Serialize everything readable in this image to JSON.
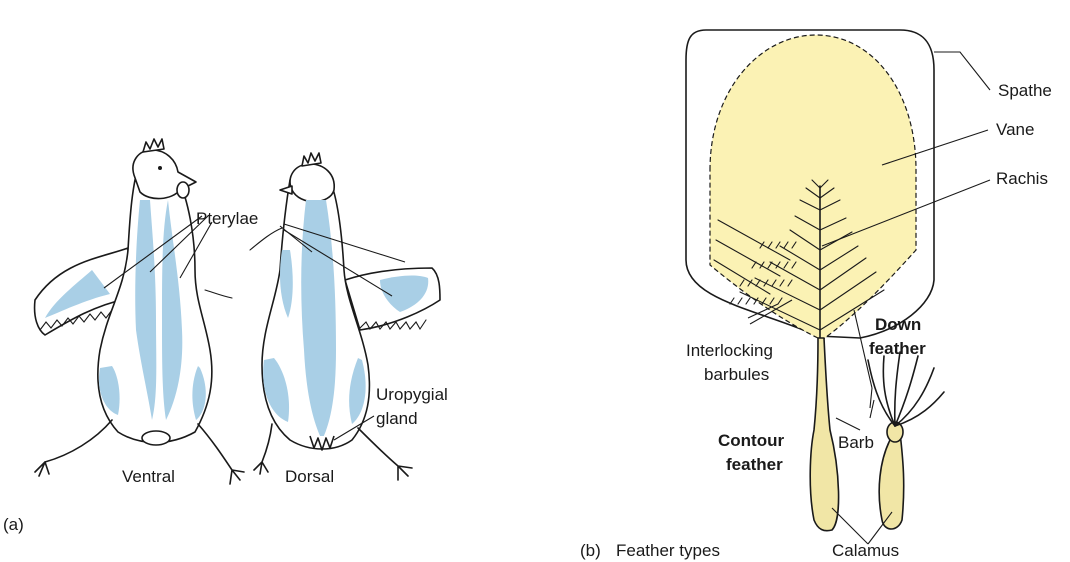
{
  "colors": {
    "feather_tract_blue": "#a9cfe6",
    "vane_yellow": "#fbf2b4",
    "quill_yellow": "#f1e6a6",
    "ink": "#1a1a1a"
  },
  "panel_a": {
    "tag": "(a)",
    "labels": {
      "pterylae": "Pterylae",
      "uropygial_line1": "Uropygial",
      "uropygial_line2": "gland",
      "ventral": "Ventral",
      "dorsal": "Dorsal"
    }
  },
  "panel_b": {
    "tag": "(b)",
    "title": "Feather types",
    "labels": {
      "spathe": "Spathe",
      "vane": "Vane",
      "rachis": "Rachis",
      "interlocking_line1": "Interlocking",
      "interlocking_line2": "barbules",
      "down_line1": "Down",
      "down_line2": "feather",
      "contour_line1": "Contour",
      "contour_line2": "feather",
      "barb": "Barb",
      "calamus": "Calamus"
    }
  }
}
